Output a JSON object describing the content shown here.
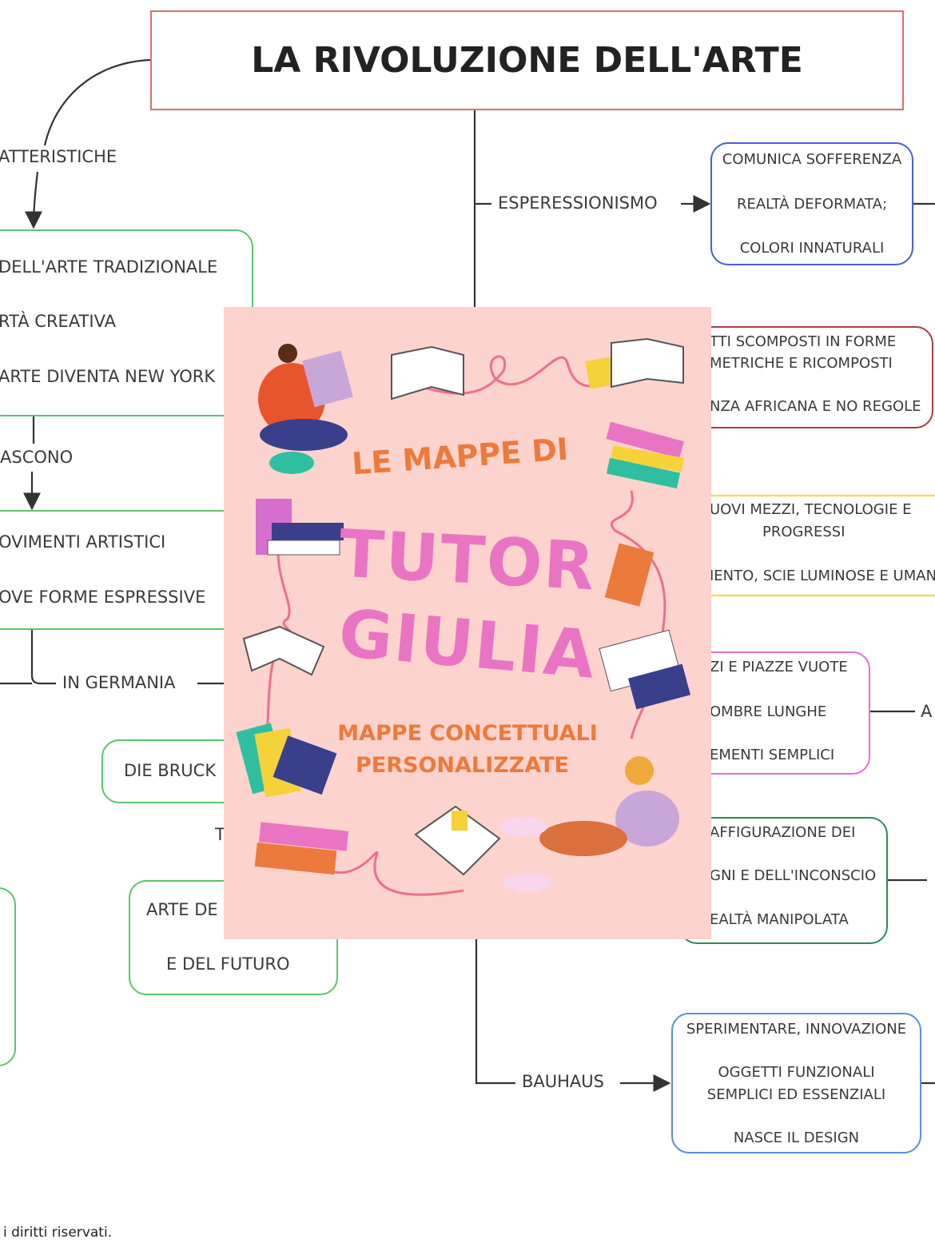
{
  "title": "LA RIVOLUZIONE DELL'ARTE",
  "left": {
    "caratteristiche_label": "ATTERISTICHE",
    "box1": [
      "DELL'ARTE TRADIZIONALE",
      "RTÀ CREATIVA",
      "ARTE DIVENTA NEW YORK"
    ],
    "nascono_label": "ASCONO",
    "box2": [
      "OVIMENTI ARTISTICI",
      "OVE FORME ESPRESSIVE"
    ],
    "germania_label": "IN GERMANIA",
    "die_brucke": "DIE BRUCK",
    "t_label": "T",
    "futurismo_box": [
      "ARTE DE",
      "E DEL FUTURO"
    ]
  },
  "right": {
    "espressionismo_label": "ESPERESSIONISMO",
    "espressionismo_box": [
      "COMUNICA SOFFERENZA",
      "REALTÀ DEFORMATA;",
      "COLORI INNATURALI"
    ],
    "cubismo_box": [
      "TTI SCOMPOSTI IN FORME",
      "METRICHE E RICOMPOSTI",
      "NZA AFRICANA E NO REGOLE"
    ],
    "futurismo_box": [
      "UOVI MEZZI, TECNOLOGIE E",
      "PROGRESSI",
      "IENTO, SCIE LUMINOSE E UMAN"
    ],
    "metafisica_box": [
      "ZI E PIAZZE VUOTE",
      "OMBRE LUNGHE",
      "EMENTI SEMPLICI"
    ],
    "metafisica_side": "A",
    "surrealismo_box": [
      "AFFIGURAZIONE DEI",
      "GNI E DELL'INCONSCIO",
      "EALTÀ MANIPOLATA"
    ],
    "bauhaus_label": "BAUHAUS",
    "bauhaus_box": [
      "SPERIMENTARE, INNOVAZIONE",
      "OGGETTI FUNZIONALI",
      "SEMPLICI ED ESSENZIALI",
      "NASCE IL DESIGN"
    ]
  },
  "footer": "i diritti riservati.",
  "overlay": {
    "line1": "LE MAPPE DI",
    "line2": "TUTOR",
    "line3": "GIULIA",
    "line4": "MAPPE CONCETTUALI",
    "line5": "PERSONALIZZATE",
    "colors": {
      "background": "#fdd3cd",
      "pink": "#ea74c4",
      "orange": "#ec7a3c"
    }
  },
  "colors": {
    "title_border": "#e06b70",
    "green": "#5cc46e",
    "blue": "#4a5fd8",
    "red": "#b03a3a",
    "yellow": "#f0dc6a",
    "magenta": "#e36fd1",
    "dark_green": "#2e8b57",
    "light_blue": "#5b8de0"
  }
}
